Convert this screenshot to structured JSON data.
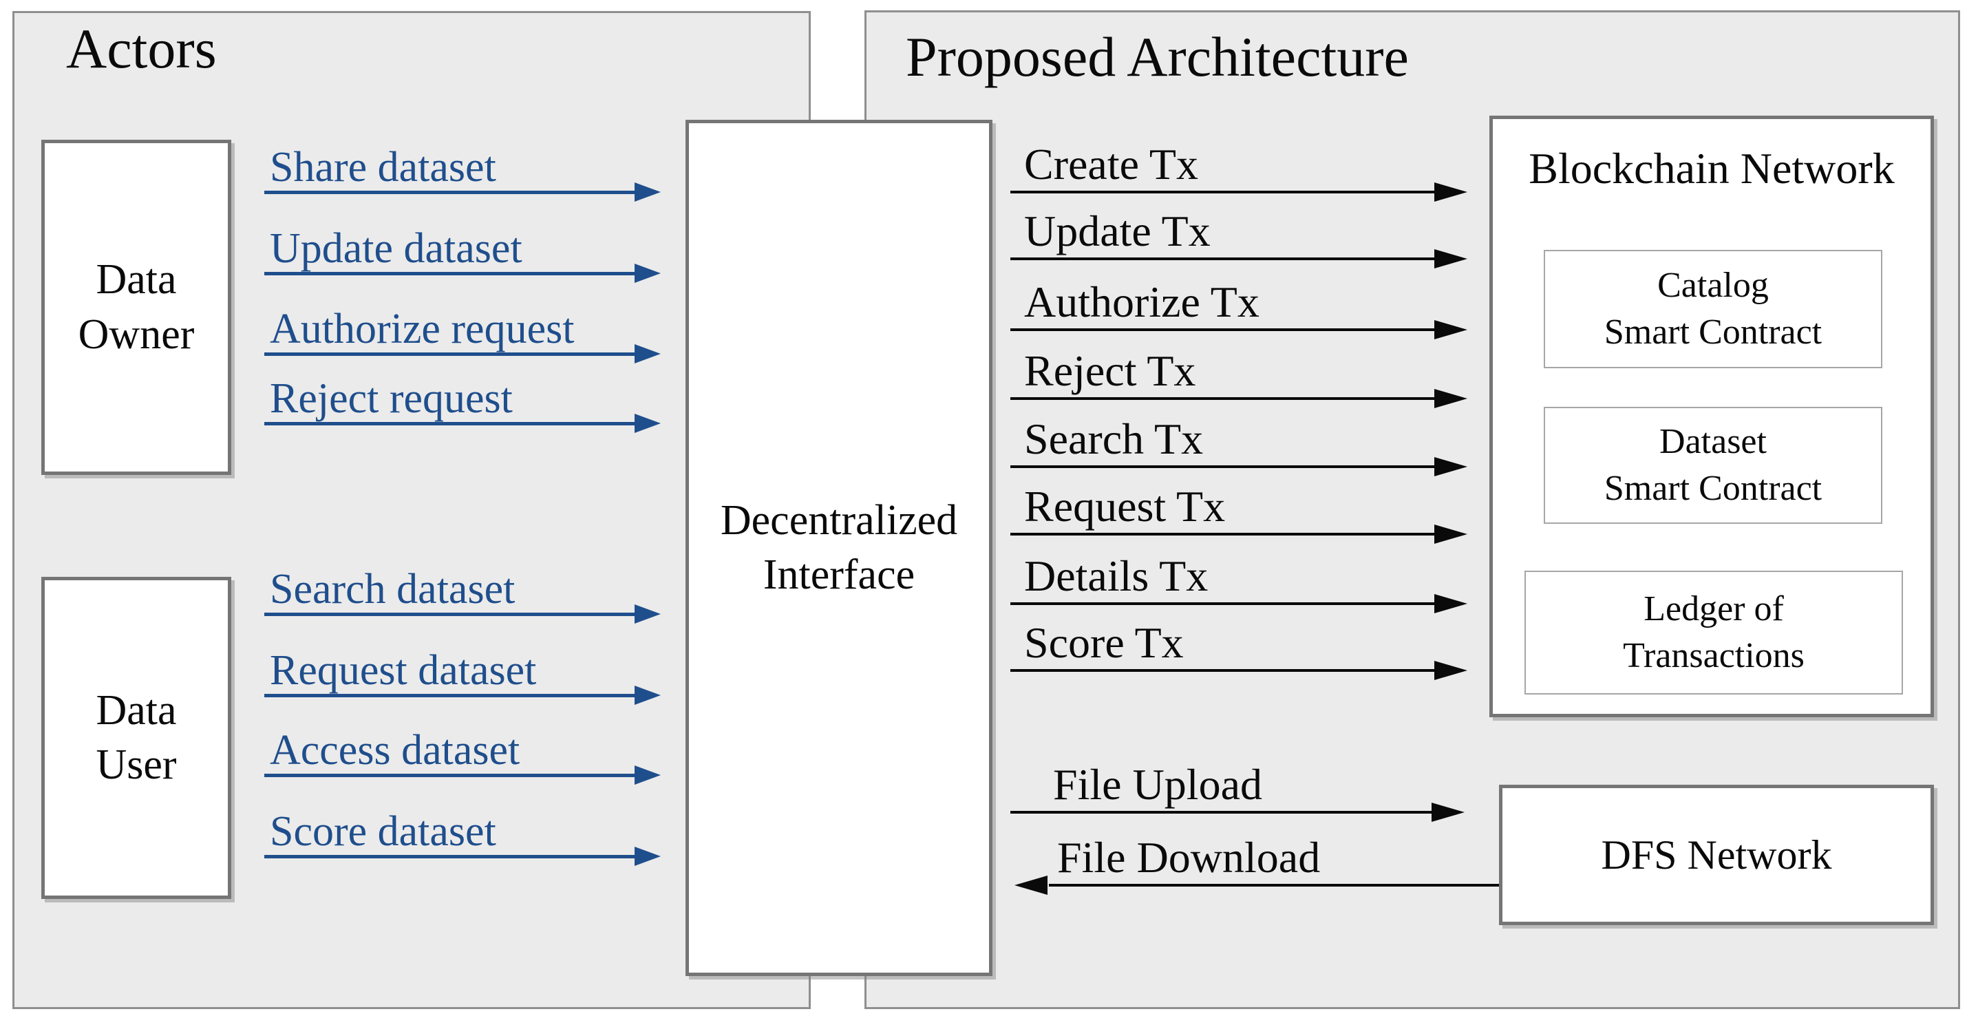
{
  "colors": {
    "arrow_blue": "#1f4e8c",
    "arrow_black": "#0a0a0a",
    "panel_bg": "#ebebeb",
    "panel_border": "#8f8f8f",
    "box_border": "#757575"
  },
  "actors_panel": {
    "title": "Actors",
    "data_owner": {
      "line1": "Data",
      "line2": "Owner"
    },
    "owner_actions": [
      "Share dataset",
      "Update dataset",
      "Authorize request",
      "Reject request"
    ],
    "data_user": {
      "line1": "Data",
      "line2": "User"
    },
    "user_actions": [
      "Search dataset",
      "Request dataset",
      "Access dataset",
      "Score dataset"
    ]
  },
  "interface_box": {
    "line1": "Decentralized",
    "line2": "Interface"
  },
  "architecture_panel": {
    "title": "Proposed Architecture",
    "tx_arrows": [
      "Create Tx",
      "Update Tx",
      "Authorize Tx",
      "Reject Tx",
      "Search Tx",
      "Request Tx",
      "Details Tx",
      "Score Tx"
    ],
    "blockchain": {
      "title": "Blockchain Network",
      "catalog": {
        "line1": "Catalog",
        "line2": "Smart Contract"
      },
      "dataset": {
        "line1": "Dataset",
        "line2": "Smart Contract"
      },
      "ledger": {
        "line1": "Ledger of",
        "line2": "Transactions"
      }
    },
    "file_upload": "File Upload",
    "file_download": "File Download",
    "dfs": {
      "label": "DFS Network"
    }
  }
}
